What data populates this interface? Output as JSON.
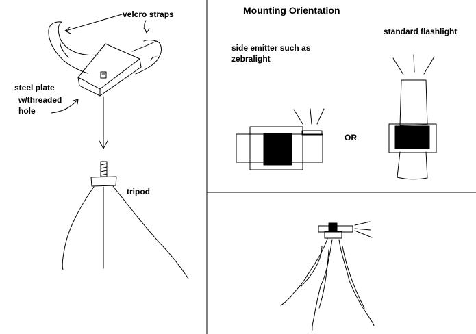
{
  "title": "Mounting Orientation",
  "labels": {
    "velcro_straps": "velcro straps",
    "steel_plate": "steel plate",
    "threaded_line1": "w/threaded",
    "threaded_line2": "hole",
    "tripod": "tripod",
    "side_emitter_line1": "side emitter such as",
    "side_emitter_line2": "zebralight",
    "standard_flashlight": "standard flashlight",
    "or": "OR"
  },
  "colors": {
    "ink": "#000000",
    "background": "#ffffff"
  }
}
